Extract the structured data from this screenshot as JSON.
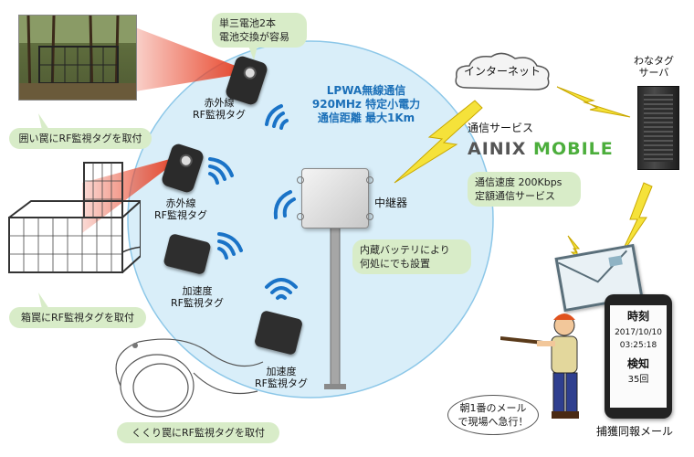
{
  "diagram": {
    "lpwa_lines": [
      "LPWA無線通信",
      "920MHz 特定小電力",
      "通信距離 最大1Km"
    ],
    "battery_note": [
      "単三電池2本",
      "電池交換が容易"
    ],
    "repeater_label": "中継器",
    "repeater_note": [
      "内蔵バッテリにより",
      "何処にでも設置"
    ],
    "internet_label": "インターネット",
    "service_label": "通信サービス",
    "service_brand": {
      "left": "AINIX",
      "right": "MOBILE"
    },
    "service_note": [
      "通信速度 200Kbps",
      "定額通信サービス"
    ],
    "server_label": [
      "わなタグ",
      "サーバ"
    ],
    "tags": [
      {
        "line1": "赤外線",
        "line2": "RF監視タグ"
      },
      {
        "line1": "赤外線",
        "line2": "RF監視タグ"
      },
      {
        "line1": "加速度",
        "line2": "RF監視タグ"
      },
      {
        "line1": "加速度",
        "line2": "RF監視タグ"
      }
    ],
    "trap_captions": [
      "囲い罠にRF監視タグを取付",
      "箱罠にRF監視タグを取付",
      "くくり罠にRF監視タグを取付"
    ],
    "hunter_speech": [
      "朝1番のメール",
      "で現場へ急行！"
    ],
    "phone": {
      "time_title": "時刻",
      "date": "2017/10/10",
      "time": "03:25:18",
      "detect_title": "検知",
      "count": "35回"
    },
    "mail_label": "捕獲同報メール",
    "colors": {
      "circle": "#d9eef9",
      "bubble": "#d8ecc8",
      "lightning": "#f5e23a",
      "wifi": "#1a73c7",
      "ir_beam": "#e8452a"
    }
  }
}
